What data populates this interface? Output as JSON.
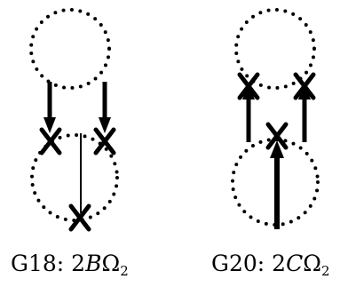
{
  "diagrams": [
    {
      "id": "G18",
      "caption": {
        "label": "G18:",
        "coefficient": "2",
        "variable": "B",
        "operator": "Ω",
        "subscript": "2"
      }
    },
    {
      "id": "G20",
      "caption": {
        "label": "G20:",
        "coefficient": "2",
        "variable": "C",
        "operator": "Ω",
        "subscript": "2"
      }
    }
  ]
}
